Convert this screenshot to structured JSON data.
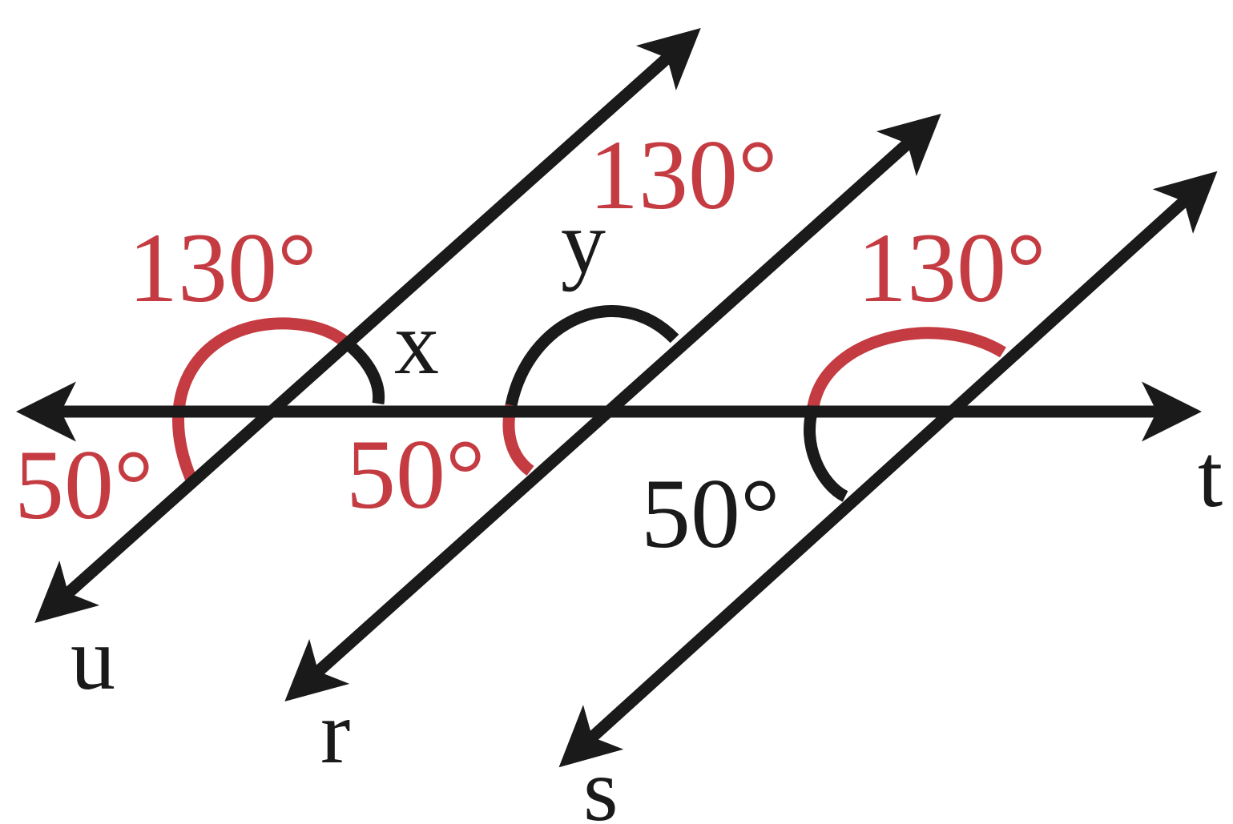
{
  "colors": {
    "line": "#1a1a1a",
    "accent": "#c43c42",
    "background": "#ffffff"
  },
  "lines": {
    "t": "t",
    "u": "u",
    "r": "r",
    "s": "s"
  },
  "variables": {
    "x": "x",
    "y": "y"
  },
  "angles": {
    "u_upper_left": "130°",
    "u_lower_left": "50°",
    "r_upper_right": "130°",
    "r_lower_left": "50°",
    "s_upper": "130°",
    "s_lower_left": "50°"
  }
}
